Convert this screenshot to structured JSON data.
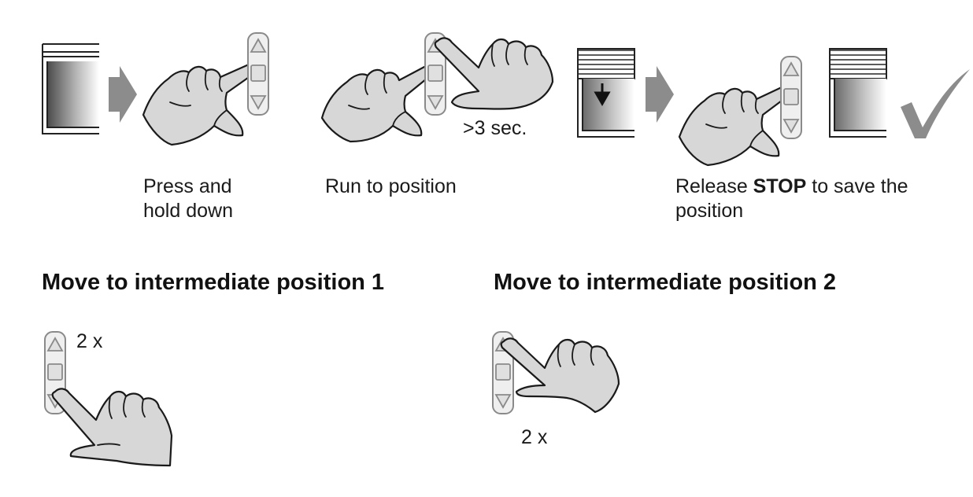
{
  "steps": {
    "press_caption_line1": "Press and",
    "press_caption_line2": "hold down",
    "run_caption": "Run to position",
    "duration_label": ">3 sec.",
    "release_caption_prefix": "Release ",
    "release_caption_bold": "STOP",
    "release_caption_suffix": " to save the",
    "release_caption_line2": "position"
  },
  "positions": [
    {
      "heading": "Move to intermediate position 1",
      "press_count": "2 x"
    },
    {
      "heading": "Move to intermediate position 2",
      "press_count": "2 x"
    }
  ],
  "colors": {
    "arrow": "#8c8c8c",
    "checkmark": "#8c8c8c",
    "hand_fill": "#d7d7d7",
    "remote_fill": "#efefef"
  },
  "icons": [
    "window-shutter-open-icon",
    "arrow-right-icon",
    "hand-press-icon",
    "remote-control-icon",
    "window-shutter-lowering-icon",
    "window-shutter-intermediate-icon",
    "checkmark-icon"
  ]
}
